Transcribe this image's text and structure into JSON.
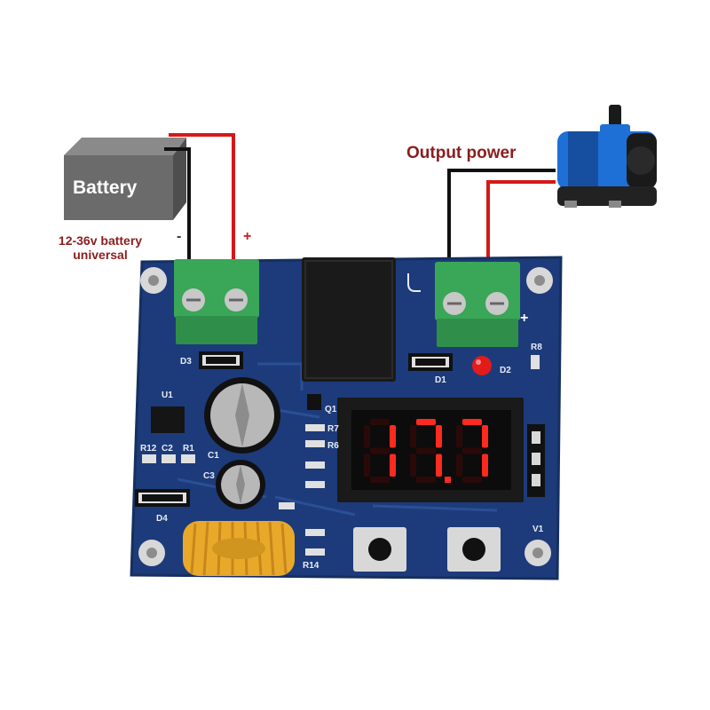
{
  "labels": {
    "battery": "Battery",
    "battery_spec_line1": "12-36v battery",
    "battery_spec_line2": "universal",
    "output": "Output power",
    "input_minus": "-",
    "input_plus": "+",
    "output_plus": "+"
  },
  "display": {
    "digits": [
      "1",
      "7",
      "7"
    ],
    "decimal_after_index": 1,
    "color": "#ff2a1f"
  },
  "silkscreen": {
    "D3": "D3",
    "D1": "D1",
    "D2": "D2",
    "R8": "R8",
    "U1": "U1",
    "Q1": "Q1",
    "R7": "R7",
    "R6": "R6",
    "R12": "R12",
    "C2": "C2",
    "R1": "R1",
    "C1": "C1",
    "C3": "C3",
    "D4": "D4",
    "R14": "R14",
    "V1": "V1"
  },
  "colors": {
    "pcb": "#1d3b7a",
    "terminal": "#3aa657",
    "wire_positive": "#d61818",
    "wire_negative": "#111111",
    "label_text": "#8b1d1d",
    "battery_body": "#6b6b6b",
    "pump_body": "#1e6fd6",
    "inductor": "#e8a92b"
  }
}
